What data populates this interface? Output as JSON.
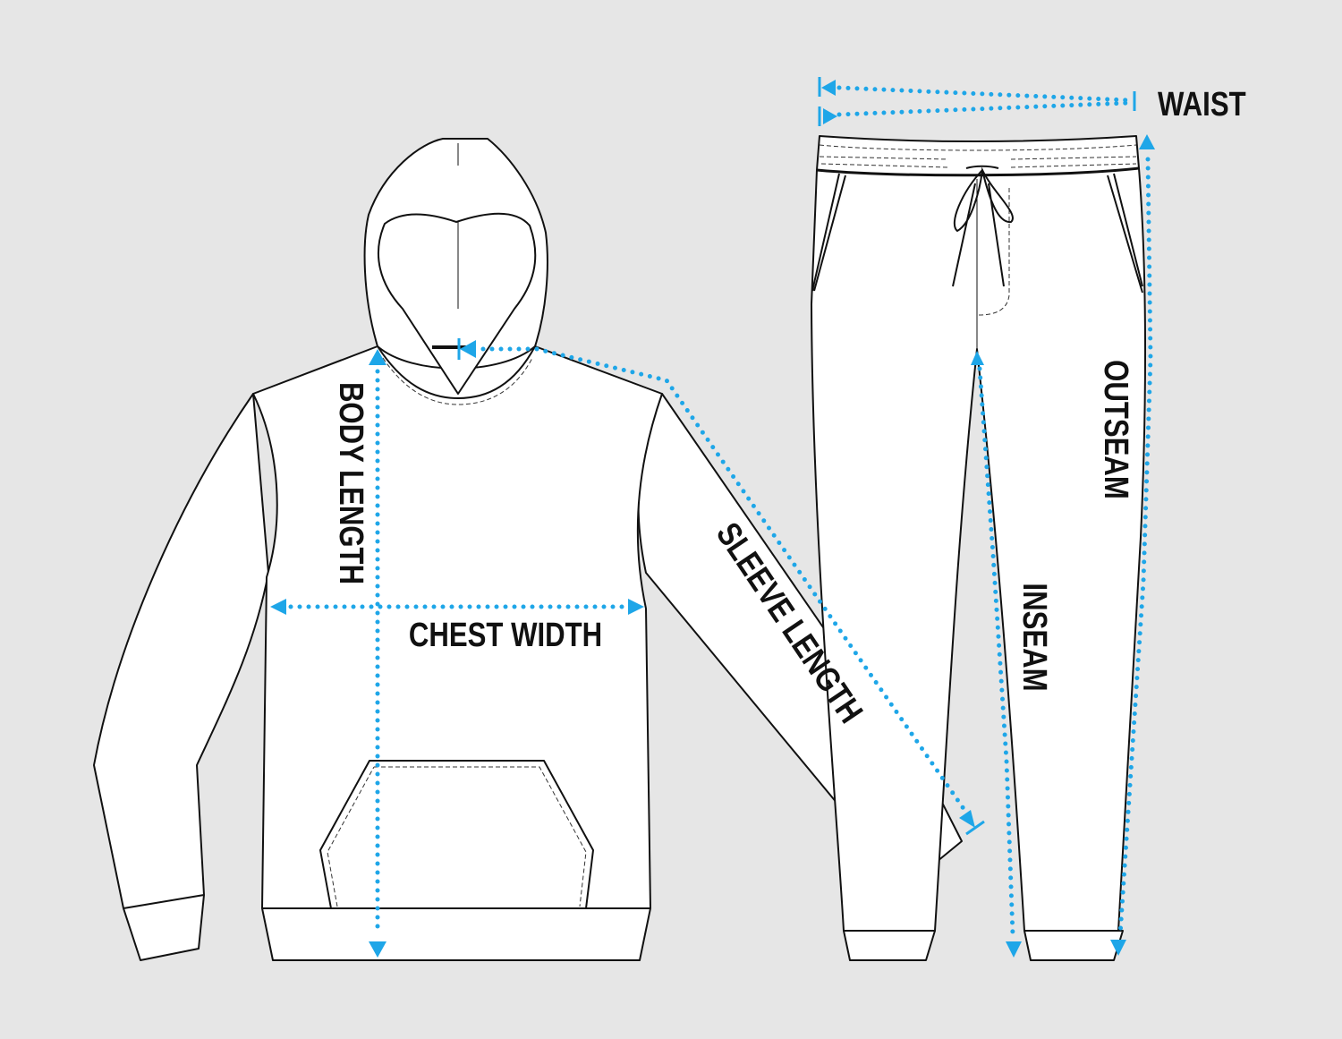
{
  "colors": {
    "accent": "#1ea6e8",
    "background": "#e6e6e6",
    "garment_fill": "#ffffff",
    "outline": "#111111"
  },
  "garments": [
    "hoodie",
    "jogger-pants"
  ],
  "labels": {
    "waist": "WAIST",
    "outseam": "OUTSEAM",
    "inseam": "INSEAM",
    "sleeve_length": "SLEEVE LENGTH",
    "body_length": "BODY LENGTH",
    "chest_width": "CHEST WIDTH"
  }
}
